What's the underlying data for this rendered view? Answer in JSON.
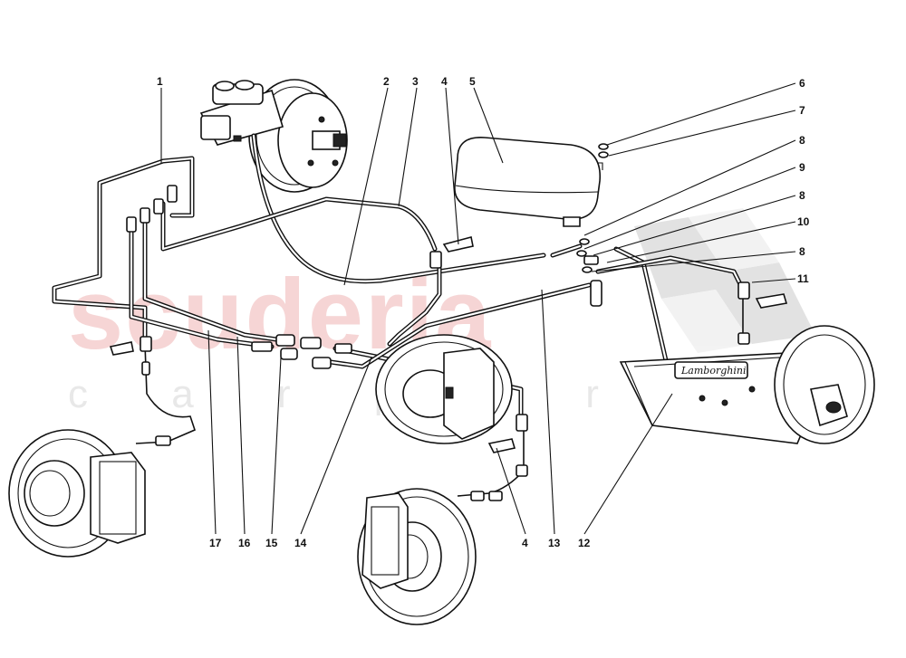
{
  "watermark": {
    "brand": "scuderia",
    "tagline": "c a r p a r t s"
  },
  "engine_cover": {
    "brand": "Lamborghini"
  },
  "callouts": [
    {
      "id": "1",
      "label": "1"
    },
    {
      "id": "2",
      "label": "2"
    },
    {
      "id": "3",
      "label": "3"
    },
    {
      "id": "4a",
      "label": "4"
    },
    {
      "id": "5",
      "label": "5"
    },
    {
      "id": "6",
      "label": "6"
    },
    {
      "id": "7",
      "label": "7"
    },
    {
      "id": "8a",
      "label": "8"
    },
    {
      "id": "9",
      "label": "9"
    },
    {
      "id": "8b",
      "label": "8"
    },
    {
      "id": "10",
      "label": "10"
    },
    {
      "id": "8c",
      "label": "8"
    },
    {
      "id": "11",
      "label": "11"
    },
    {
      "id": "17",
      "label": "17"
    },
    {
      "id": "16",
      "label": "16"
    },
    {
      "id": "15",
      "label": "15"
    },
    {
      "id": "14",
      "label": "14"
    },
    {
      "id": "4b",
      "label": "4"
    },
    {
      "id": "13",
      "label": "13"
    },
    {
      "id": "12",
      "label": "12"
    }
  ]
}
